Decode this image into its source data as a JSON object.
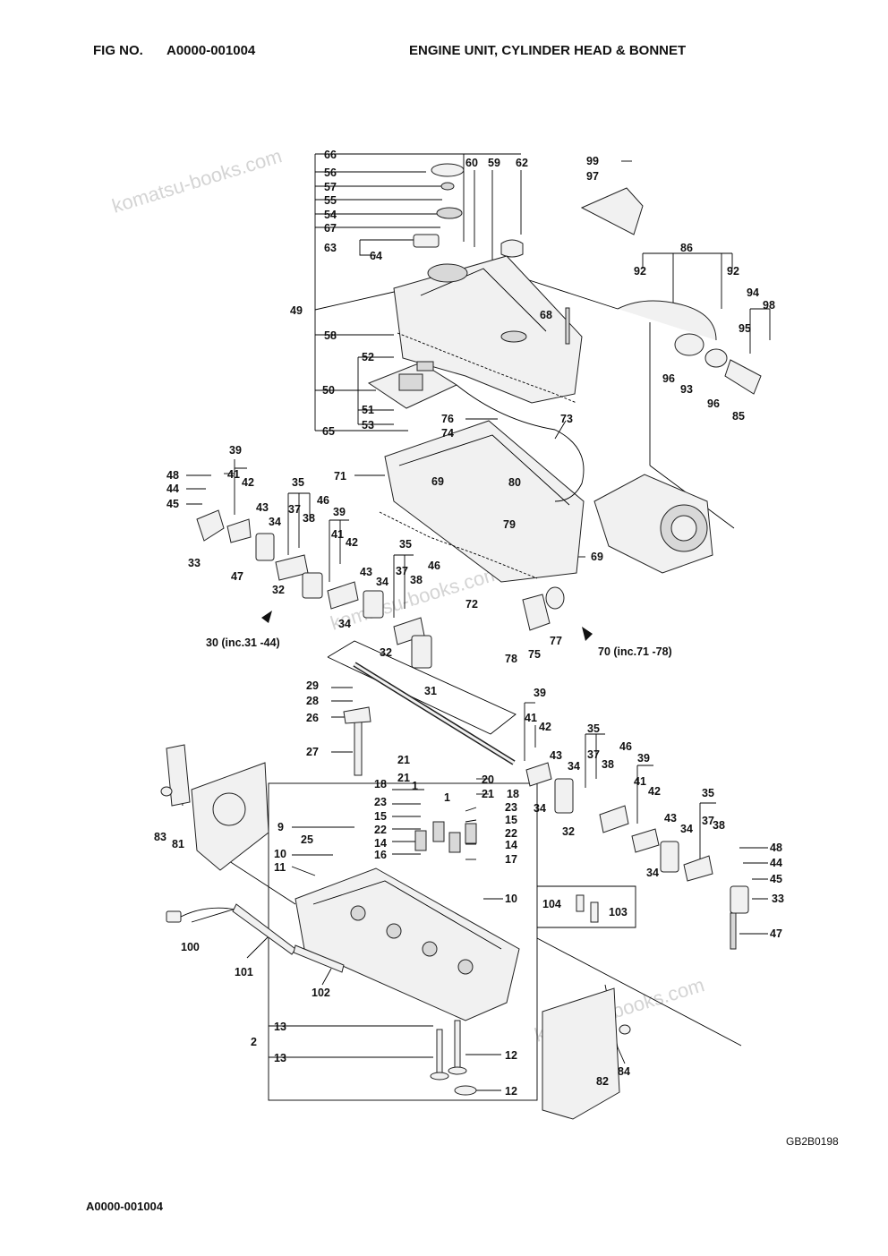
{
  "header": {
    "fig_label": "FIG NO.",
    "fig_number": "A0000-001004",
    "title": "ENGINE UNIT, CYLINDER HEAD & BONNET"
  },
  "drawing_code": "GB2B0198",
  "footer_code": "A0000-001004",
  "watermark": "komatsu-books.com",
  "group_labels": {
    "valve_lever_group": "30 (inc.31 -44)",
    "cover_group": "70 (inc.71 -78)"
  },
  "callouts": [
    "1",
    "2",
    "9",
    "10",
    "11",
    "12",
    "13",
    "14",
    "15",
    "16",
    "17",
    "18",
    "20",
    "21",
    "22",
    "23",
    "25",
    "26",
    "27",
    "28",
    "29",
    "31",
    "32",
    "33",
    "34",
    "35",
    "37",
    "38",
    "39",
    "41",
    "42",
    "43",
    "44",
    "45",
    "46",
    "47",
    "48",
    "49",
    "50",
    "51",
    "52",
    "53",
    "54",
    "55",
    "56",
    "57",
    "58",
    "59",
    "60",
    "62",
    "63",
    "64",
    "65",
    "66",
    "67",
    "68",
    "69",
    "71",
    "72",
    "73",
    "74",
    "75",
    "76",
    "77",
    "78",
    "79",
    "80",
    "81",
    "82",
    "83",
    "84",
    "85",
    "86",
    "92",
    "93",
    "94",
    "95",
    "96",
    "97",
    "98",
    "99",
    "100",
    "101",
    "102",
    "103",
    "104"
  ]
}
